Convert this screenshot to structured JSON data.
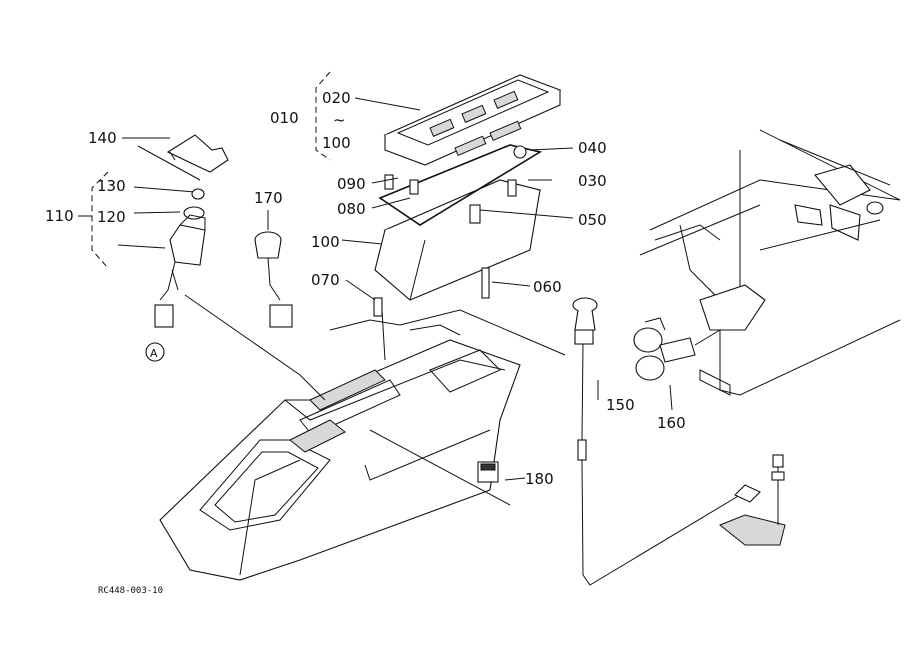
{
  "callouts": {
    "c010": "010",
    "c020": "020",
    "c_tilde": "~",
    "c100_top": "100",
    "c040": "040",
    "c030": "030",
    "c090": "090",
    "c080": "080",
    "c050": "050",
    "c100": "100",
    "c070": "070",
    "c060": "060",
    "c140": "140",
    "c130": "130",
    "c110": "110",
    "c120": "120",
    "c170": "170",
    "c150": "150",
    "c160": "160",
    "c180": "180",
    "connector_a": "A"
  },
  "caption": "RC448-003-10",
  "colors": {
    "line": "#111111",
    "background": "#ffffff",
    "shade": "#d8d8d8"
  }
}
